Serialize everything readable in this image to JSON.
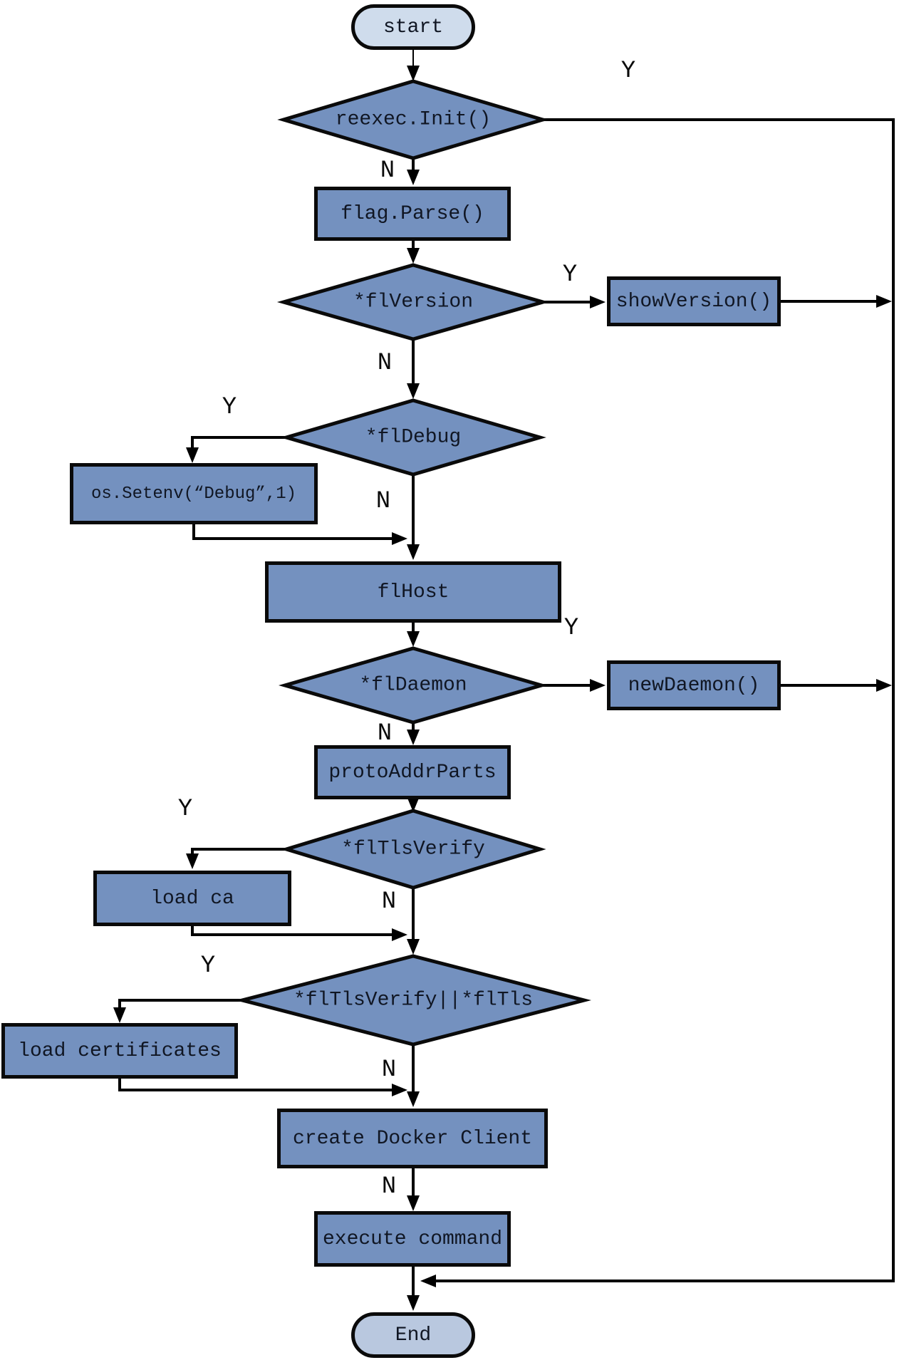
{
  "diagram": {
    "type": "flowchart",
    "description": "Docker client startup flow",
    "colors": {
      "process_fill": "#7491bf",
      "decision_fill": "#7491bf",
      "start_fill": "#cfdcec",
      "end_fill": "#b9c8df",
      "stroke": "#0a0a0a",
      "line": "#000000",
      "background": "#ffffff"
    }
  },
  "nodes": [
    {
      "id": "start",
      "type": "terminator",
      "label": "start"
    },
    {
      "id": "reexec-init",
      "type": "decision",
      "label": "reexec.Init()"
    },
    {
      "id": "flag-parse",
      "type": "process",
      "label": "flag.Parse()"
    },
    {
      "id": "flversion",
      "type": "decision",
      "label": "*flVersion"
    },
    {
      "id": "showversion",
      "type": "process",
      "label": "showVersion()"
    },
    {
      "id": "fldebug",
      "type": "decision",
      "label": "*flDebug"
    },
    {
      "id": "os-setenv",
      "type": "process",
      "label": "os.Setenv(“Debug”,1)"
    },
    {
      "id": "flhost",
      "type": "process",
      "label": "flHost"
    },
    {
      "id": "fldaemon",
      "type": "decision",
      "label": "*flDaemon"
    },
    {
      "id": "newdaemon",
      "type": "process",
      "label": "newDaemon()"
    },
    {
      "id": "protoaddrparts",
      "type": "process",
      "label": "protoAddrParts"
    },
    {
      "id": "fltlsverify",
      "type": "decision",
      "label": "*flTlsVerify"
    },
    {
      "id": "load-ca",
      "type": "process",
      "label": "load ca"
    },
    {
      "id": "fltls-or",
      "type": "decision",
      "label": "*flTlsVerify||*flTls"
    },
    {
      "id": "load-certs",
      "type": "process",
      "label": "load certificates"
    },
    {
      "id": "create-client",
      "type": "process",
      "label": "create Docker Client"
    },
    {
      "id": "execute-cmd",
      "type": "process",
      "label": "execute command"
    },
    {
      "id": "end",
      "type": "terminator",
      "label": "End"
    }
  ],
  "edge_labels": [
    {
      "text": "Y",
      "edge": "reexec-init -> end (right rail)"
    },
    {
      "text": "N",
      "edge": "reexec-init -> flag-parse"
    },
    {
      "text": "Y",
      "edge": "flversion -> showversion"
    },
    {
      "text": "N",
      "edge": "flversion -> fldebug"
    },
    {
      "text": "Y",
      "edge": "fldebug -> os-setenv"
    },
    {
      "text": "N",
      "edge": "fldebug -> flhost"
    },
    {
      "text": "Y",
      "edge": "fldaemon -> newdaemon"
    },
    {
      "text": "N",
      "edge": "fldaemon -> protoaddrparts"
    },
    {
      "text": "Y",
      "edge": "fltlsverify -> load-ca"
    },
    {
      "text": "N",
      "edge": "fltlsverify -> fltls-or"
    },
    {
      "text": "Y",
      "edge": "fltls-or -> load-certs"
    },
    {
      "text": "N",
      "edge": "fltls-or -> create-client"
    },
    {
      "text": "N",
      "edge": "create-client -> execute-cmd"
    }
  ],
  "edges": [
    {
      "from": "start",
      "to": "reexec-init",
      "label": ""
    },
    {
      "from": "reexec-init",
      "to": "end",
      "label": "Y"
    },
    {
      "from": "reexec-init",
      "to": "flag-parse",
      "label": "N"
    },
    {
      "from": "flag-parse",
      "to": "flversion",
      "label": ""
    },
    {
      "from": "flversion",
      "to": "showversion",
      "label": "Y"
    },
    {
      "from": "showversion",
      "to": "end",
      "label": ""
    },
    {
      "from": "flversion",
      "to": "fldebug",
      "label": "N"
    },
    {
      "from": "fldebug",
      "to": "os-setenv",
      "label": "Y"
    },
    {
      "from": "os-setenv",
      "to": "flhost",
      "label": ""
    },
    {
      "from": "fldebug",
      "to": "flhost",
      "label": "N"
    },
    {
      "from": "flhost",
      "to": "fldaemon",
      "label": ""
    },
    {
      "from": "fldaemon",
      "to": "newdaemon",
      "label": "Y"
    },
    {
      "from": "newdaemon",
      "to": "end",
      "label": ""
    },
    {
      "from": "fldaemon",
      "to": "protoaddrparts",
      "label": "N"
    },
    {
      "from": "protoaddrparts",
      "to": "fltlsverify",
      "label": ""
    },
    {
      "from": "fltlsverify",
      "to": "load-ca",
      "label": "Y"
    },
    {
      "from": "load-ca",
      "to": "fltls-or",
      "label": ""
    },
    {
      "from": "fltlsverify",
      "to": "fltls-or",
      "label": "N"
    },
    {
      "from": "fltls-or",
      "to": "load-certs",
      "label": "Y"
    },
    {
      "from": "load-certs",
      "to": "create-client",
      "label": ""
    },
    {
      "from": "fltls-or",
      "to": "create-client",
      "label": "N"
    },
    {
      "from": "create-client",
      "to": "execute-cmd",
      "label": "N"
    },
    {
      "from": "execute-cmd",
      "to": "end",
      "label": ""
    }
  ]
}
